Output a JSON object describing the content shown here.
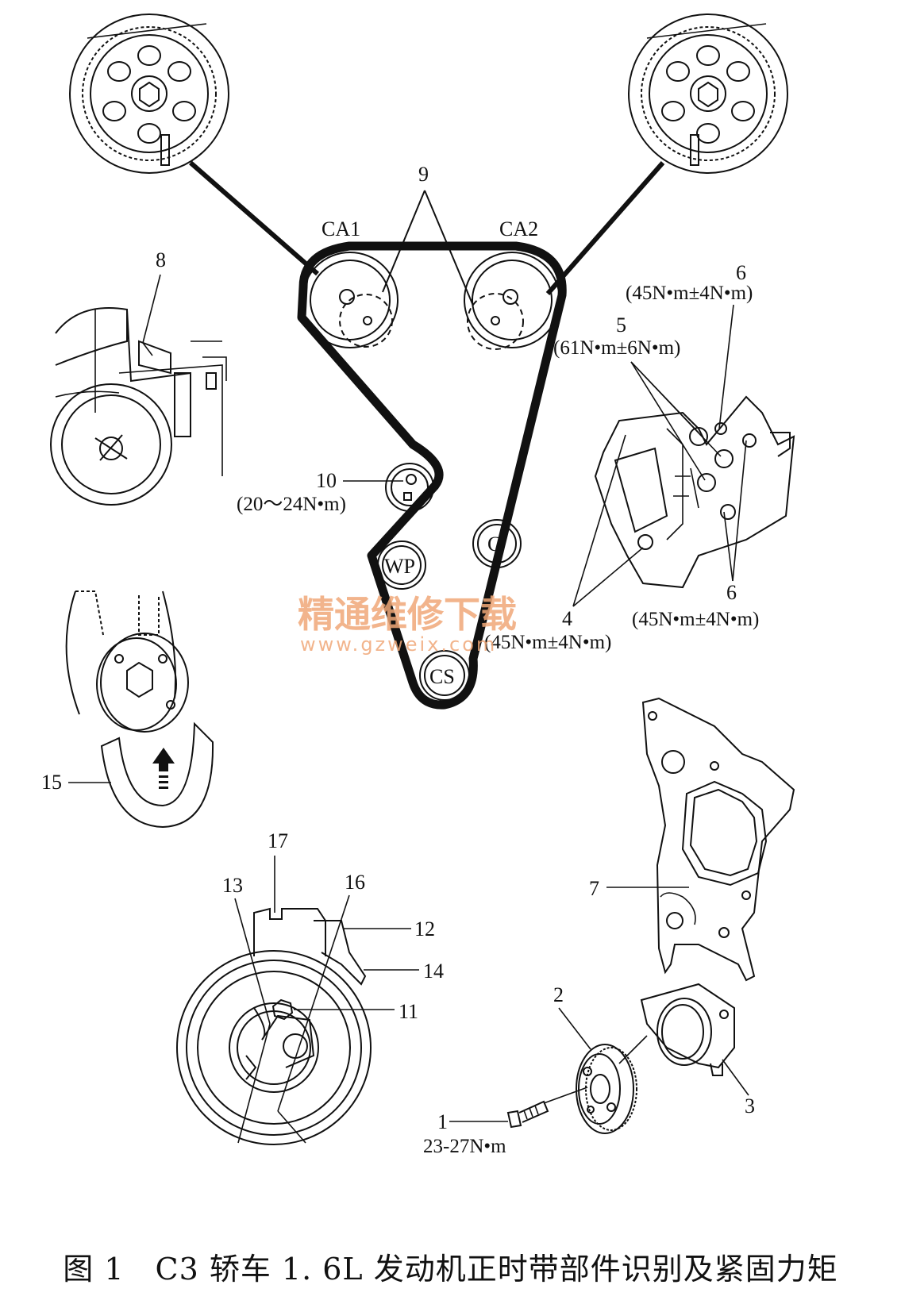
{
  "pulleys": {
    "ca1": "CA1",
    "ca2": "CA2",
    "wp": "WP",
    "g": "G",
    "cs": "CS"
  },
  "callouts": {
    "n1": "1",
    "n2": "2",
    "n3": "3",
    "n4": "4",
    "n5": "5",
    "n6_top": "6",
    "n6_bottom": "6",
    "n7": "7",
    "n8": "8",
    "n9": "9",
    "n10": "10",
    "n11": "11",
    "n12": "12",
    "n13": "13",
    "n14": "14",
    "n15": "15",
    "n16": "16",
    "n17": "17"
  },
  "torques": {
    "t1": "23-27N•m",
    "t4": "(45N•m±4N•m)",
    "t5": "(61N•m±6N•m)",
    "t6_top": "(45N•m±4N•m)",
    "t6_bottom": "(45N•m±4N•m)",
    "t10": "(20～24N•m)"
  },
  "watermark": {
    "cn": "精通维修下载",
    "url": "www.gzweix.com"
  },
  "caption": "图 1　C3 轿车 1. 6L 发动机正时带部件识别及紧固力矩"
}
